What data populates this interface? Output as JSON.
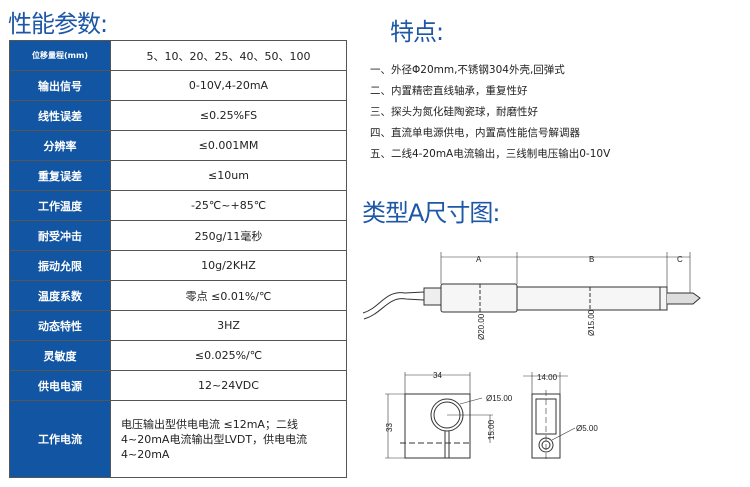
{
  "params": {
    "title": "性能参数:",
    "rows": [
      {
        "label": "位移量程(mm)",
        "value": "5、10、20、25、40、50、100"
      },
      {
        "label": "输出信号",
        "value": "0-10V,4-20mA"
      },
      {
        "label": "线性误差",
        "value": "≤0.25%FS"
      },
      {
        "label": "分辨率",
        "value": "≤0.001MM"
      },
      {
        "label": "重复误差",
        "value": "≤10um"
      },
      {
        "label": "工作温度",
        "value": "-25℃~+85℃"
      },
      {
        "label": "耐受冲击",
        "value": "250g/11毫秒"
      },
      {
        "label": "振动允限",
        "value": "10g/2KHZ"
      },
      {
        "label": "温度系数",
        "value": "零点 ≤0.01%/℃"
      },
      {
        "label": "动态特性",
        "value": "3HZ"
      },
      {
        "label": "灵敏度",
        "value": "≤0.025%/℃"
      },
      {
        "label": "供电电源",
        "value": "12~24VDC"
      },
      {
        "label": "工作电流",
        "value": "电压输出型供电电流 ≤12mA；二线4~20mA电流输出型LVDT，供电电流4~20mA"
      }
    ]
  },
  "features": {
    "title": "特点:",
    "items": [
      "一、外径Φ20mm,不锈钢304外壳,回弹式",
      "二、内置精密直线轴承，重复性好",
      "三、探头为氮化硅陶瓷球，耐磨性好",
      "四、直流单电源供电，内置高性能信号解调器",
      "五、二线4-20mA电流输出，三线制电压输出0-10V"
    ]
  },
  "drawing": {
    "title": "类型A尺寸图:",
    "labels": {
      "a": "A",
      "b": "B",
      "c": "C",
      "body_dia": "Ø20.00",
      "rod_dia": "Ø15.00",
      "width": "34",
      "height": "33",
      "hole_dia": "Ø15.00",
      "hole_offset": "15.00",
      "side_width": "14.00",
      "side_hole": "Ø5.00"
    }
  },
  "colors": {
    "accent": "#1255a3",
    "heading": "#1d57a6"
  }
}
